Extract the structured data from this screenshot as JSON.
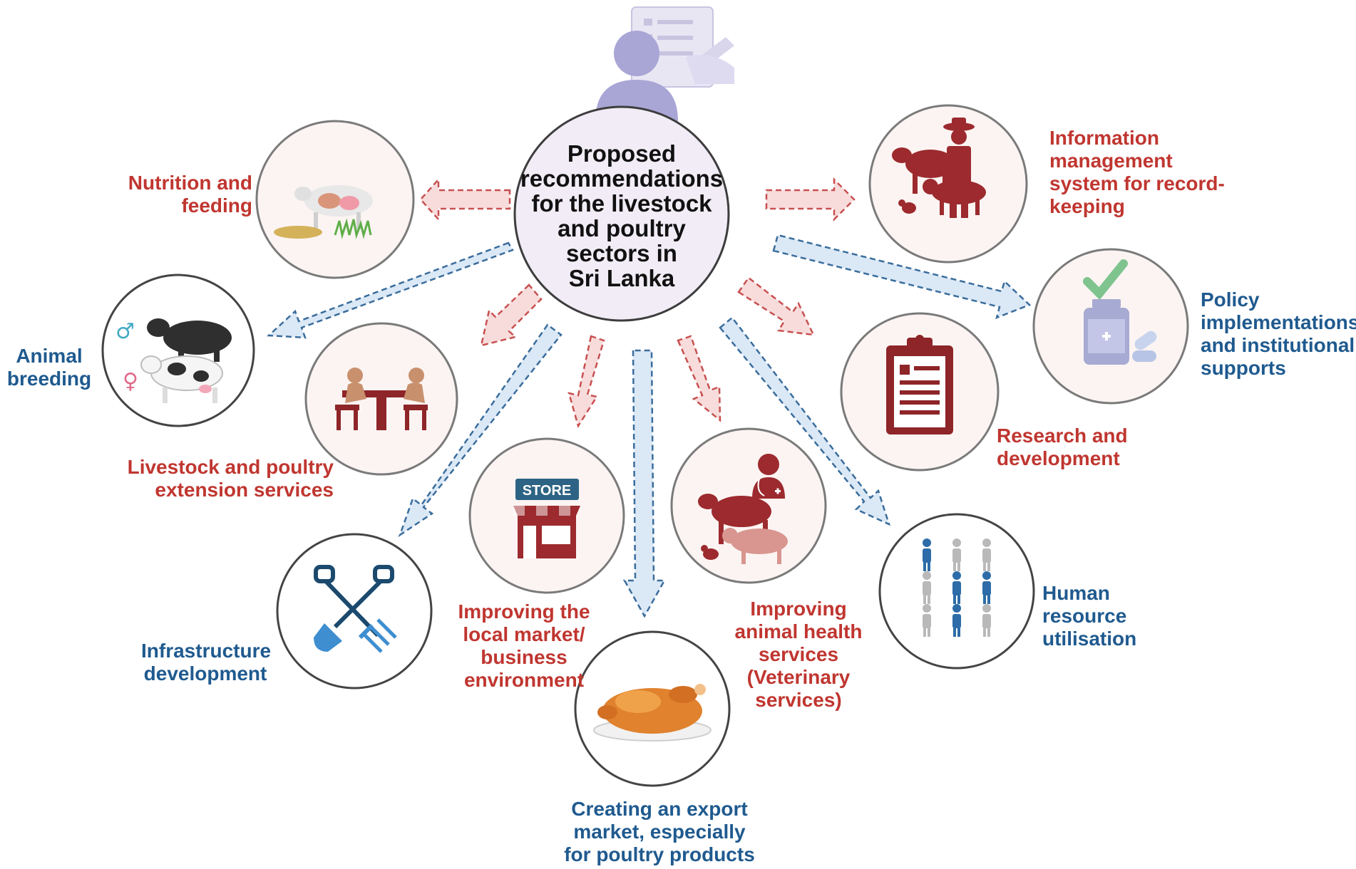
{
  "center": {
    "title": "Proposed\nrecommendations\nfor the livestock\nand poultry\nsectors in\nSri Lanka"
  },
  "colors": {
    "red_label": "#c03630",
    "blue_label": "#1f5a8f",
    "red_arrow_fill": "#f8dcdc",
    "red_arrow_stroke": "#c85050",
    "blue_arrow_fill": "#dbe8f6",
    "blue_arrow_stroke": "#3a6d9c",
    "circle_stroke": "#7a7a7a",
    "center_fill": "#f1ecf5"
  },
  "nodes": [
    {
      "id": "nutrition",
      "label": "Nutrition and feeding",
      "color": "red",
      "icon": "cow-feed-icon"
    },
    {
      "id": "information",
      "label": "Information\nmanagement\nsystem for record-\nkeeping",
      "color": "red",
      "icon": "farmer-livestock-icon"
    },
    {
      "id": "animal_breeding",
      "label": "Animal\nbreeding",
      "color": "blue",
      "icon": "cattle-breeding-icon"
    },
    {
      "id": "extension",
      "label": "Livestock and poultry\nextension services",
      "color": "red",
      "icon": "meeting-table-icon"
    },
    {
      "id": "policy",
      "label": "Policy\nimplementations\nand institutional\nsupports",
      "color": "blue",
      "icon": "medicine-bottle-icon"
    },
    {
      "id": "research",
      "label": "Research and\ndevelopment",
      "color": "red",
      "icon": "clipboard-icon"
    },
    {
      "id": "infrastructure",
      "label": "Infrastructure\ndevelopment",
      "color": "blue",
      "icon": "shovel-fork-icon"
    },
    {
      "id": "local_market",
      "label": "Improving the\nlocal market/\nbusiness\nenvironment",
      "color": "red",
      "icon": "store-icon",
      "icon_text": "STORE"
    },
    {
      "id": "animal_health",
      "label": "Improving\nanimal health\nservices\n(Veterinary\nservices)",
      "color": "red",
      "icon": "veterinarian-icon"
    },
    {
      "id": "human_resource",
      "label": "Human\nresource\nutilisation",
      "color": "blue",
      "icon": "people-group-icon"
    },
    {
      "id": "export",
      "label": "Creating an export\nmarket, especially\nfor poultry products",
      "color": "blue",
      "icon": "roast-chicken-icon"
    }
  ],
  "arrows": [
    {
      "to": "nutrition",
      "color": "red"
    },
    {
      "to": "information",
      "color": "red"
    },
    {
      "to": "animal_breeding",
      "color": "blue"
    },
    {
      "to": "extension",
      "color": "red"
    },
    {
      "to": "policy",
      "color": "blue"
    },
    {
      "to": "research",
      "color": "red"
    },
    {
      "to": "infrastructure",
      "color": "blue"
    },
    {
      "to": "local_market",
      "color": "red"
    },
    {
      "to": "animal_health",
      "color": "red"
    },
    {
      "to": "human_resource",
      "color": "blue"
    },
    {
      "to": "export",
      "color": "blue"
    }
  ]
}
